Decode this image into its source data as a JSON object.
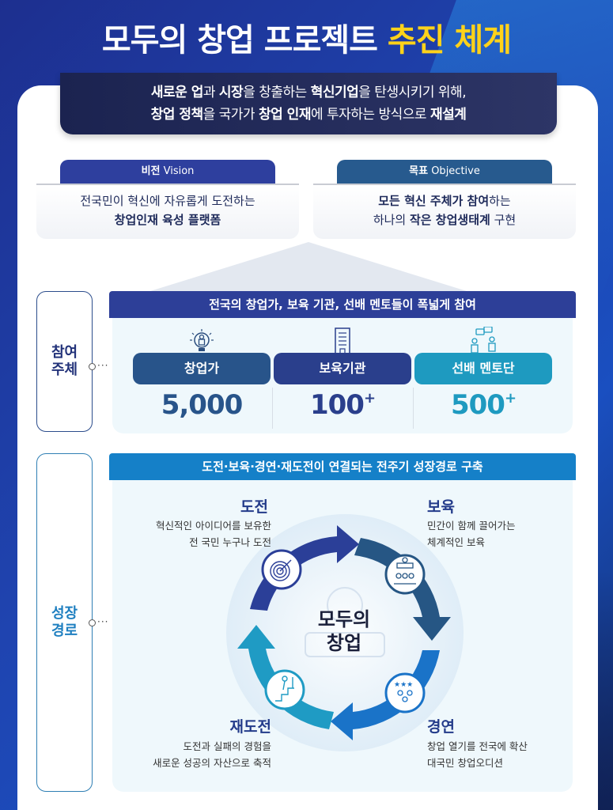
{
  "header": {
    "title_main": "모두의 창업 프로젝트",
    "title_highlight": "추진 체계"
  },
  "banner": {
    "line1": [
      {
        "t": "새로운 업",
        "b": true
      },
      {
        "t": "과 ",
        "b": false
      },
      {
        "t": "시장",
        "b": true
      },
      {
        "t": "을 창출하는 ",
        "b": false
      },
      {
        "t": "혁신기업",
        "b": true
      },
      {
        "t": "을 탄생시키기 위해,",
        "b": false
      }
    ],
    "line2": [
      {
        "t": "창업 정책",
        "b": true
      },
      {
        "t": "을 국가가 ",
        "b": false
      },
      {
        "t": "창업 인재",
        "b": true
      },
      {
        "t": "에 투자하는 방식으로 ",
        "b": false
      },
      {
        "t": "재설계",
        "b": true
      }
    ]
  },
  "vision": {
    "tab_ko": "비전",
    "tab_en": "Vision",
    "line1": "전국민이 혁신에 자유롭게 도전하는",
    "line2": "창업인재 육성 플랫폼"
  },
  "objective": {
    "tab_ko": "목표",
    "tab_en": "Objective",
    "line1_bold": "모든 혁신 주체가 참여",
    "line1_rest": "하는",
    "line2_a": "하나의 ",
    "line2_b": "작은 창업생태계",
    "line2_c": " 구현"
  },
  "participants": {
    "side_label_1": "참여",
    "side_label_2": "주체",
    "header": "전국의 창업가, 보육 기관, 선배 멘토들이 폭넓게 참여",
    "items": [
      {
        "icon": "lightbulb-person-icon",
        "label": "창업가",
        "value": "5,000",
        "suffix": "",
        "color": "#28548a"
      },
      {
        "icon": "building-icon",
        "label": "보육기관",
        "value": "100",
        "suffix": "+",
        "color": "#2a3f8c"
      },
      {
        "icon": "mentor-chat-icon",
        "label": "선배 멘토단",
        "value": "500",
        "suffix": "+",
        "color": "#1e9ac0"
      }
    ]
  },
  "growth": {
    "side_label_1": "성장",
    "side_label_2": "경로",
    "header": "도전·보육·경연·재도전이 연결되는 전주기 성장경로 구축",
    "center_1": "모두의",
    "center_2": "창업",
    "stages": [
      {
        "title": "도전",
        "desc1": "혁신적인 아이디어를 보유한",
        "desc2": "전 국민 누구나 도전",
        "icon": "target-icon"
      },
      {
        "title": "보육",
        "desc1": "민간이 함께 끌어가는",
        "desc2": "체계적인 보육",
        "icon": "seminar-icon"
      },
      {
        "title": "경연",
        "desc1": "창업 열기를 전국에 확산",
        "desc2": "대국민 창업오디션",
        "icon": "star-audience-icon"
      },
      {
        "title": "재도전",
        "desc1": "도전과 실패의 경험을",
        "desc2": "새로운 성공의 자산으로 축적",
        "icon": "climb-stairs-icon"
      }
    ]
  },
  "colors": {
    "title_highlight": "#ffd21a",
    "navy": "#2a3f8c",
    "teal": "#1e9ac0",
    "sky_header": "#1580c8"
  }
}
